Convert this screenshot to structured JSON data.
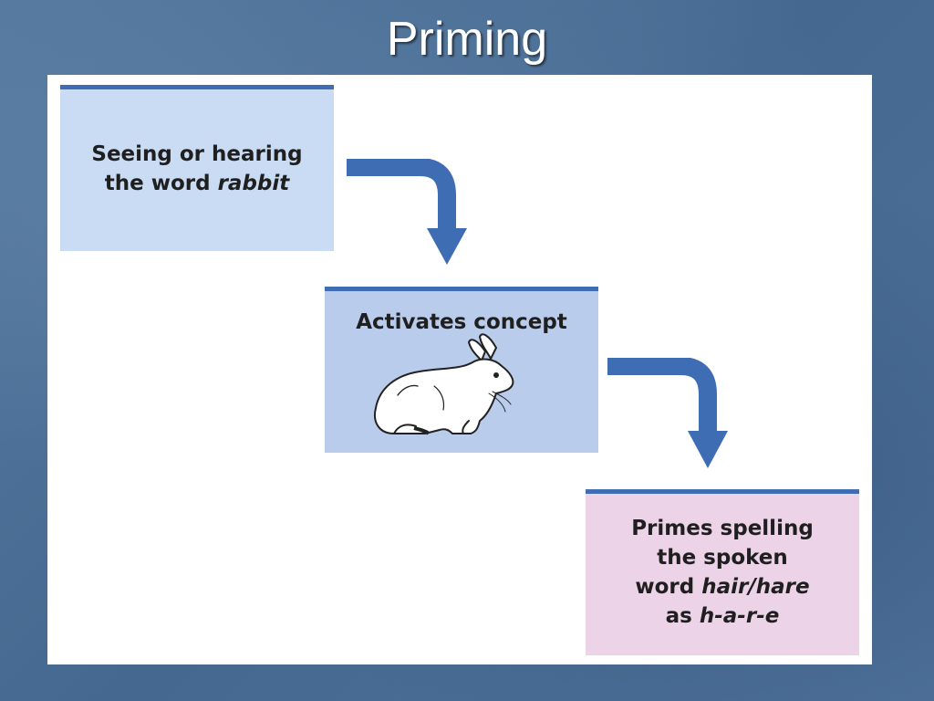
{
  "slide": {
    "title": "Priming"
  },
  "diagram": {
    "step1": {
      "line1": "Seeing or hearing",
      "line2_prefix": "the word ",
      "line2_italic": "rabbit",
      "color": "#c9dcf3"
    },
    "step2": {
      "label": "Activates concept",
      "image": "rabbit-illustration",
      "color": "#b9ccec"
    },
    "step3": {
      "line1": "Primes spelling",
      "line2": "the spoken",
      "line3_prefix": "word ",
      "line3_italic": "hair/hare",
      "line4_prefix": "as ",
      "line4_italic": "h-a-r-e",
      "color": "#ecd3e8"
    },
    "accent_color": "#3f6db3",
    "arrow_icon": "curved-down-arrow"
  }
}
